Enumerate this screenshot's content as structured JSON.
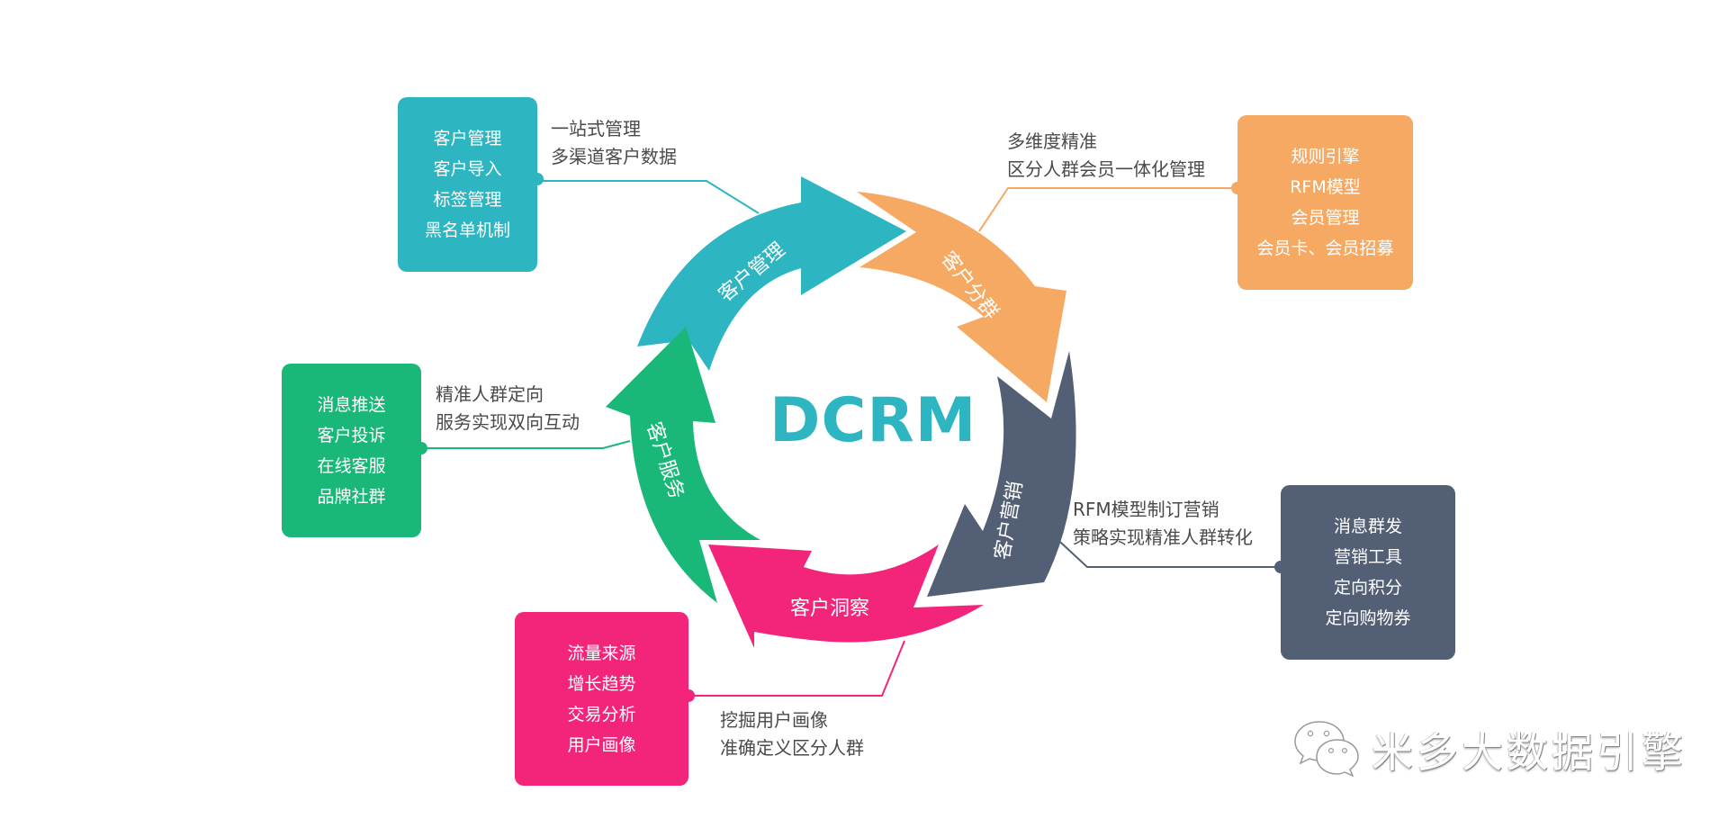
{
  "title": "DCRM",
  "colors": {
    "teal": "#2db5c2",
    "orange": "#f5a962",
    "slate": "#535f74",
    "pink": "#f2257a",
    "green": "#1ab878",
    "text": "#4a4a4a"
  },
  "stages": [
    {
      "key": "teal",
      "label": "客户管理",
      "features": [
        "客户管理",
        "客户导入",
        "标签管理",
        "黑名单机制"
      ],
      "description": [
        "一站式管理",
        "多渠道客户数据"
      ]
    },
    {
      "key": "orange",
      "label": "客户分群",
      "features": [
        "规则引擎",
        "RFM模型",
        "会员管理",
        "会员卡、会员招募"
      ],
      "description": [
        "多维度精准",
        "区分人群会员一体化管理"
      ]
    },
    {
      "key": "slate",
      "label": "客户营销",
      "features": [
        "消息群发",
        "营销工具",
        "定向积分",
        "定向购物券"
      ],
      "description": [
        "RFM模型制订营销",
        "策略实现精准人群转化"
      ]
    },
    {
      "key": "pink",
      "label": "客户洞察",
      "features": [
        "流量来源",
        "增长趋势",
        "交易分析",
        "用户画像"
      ],
      "description": [
        "挖掘用户画像",
        "准确定义区分人群"
      ]
    },
    {
      "key": "green",
      "label": "客户服务",
      "features": [
        "消息推送",
        "客户投诉",
        "在线客服",
        "品牌社群"
      ],
      "description": [
        "精准人群定向",
        "服务实现双向互动"
      ]
    }
  ],
  "watermark": {
    "icon": "wechat-icon",
    "text": "米多大数据引擎"
  }
}
